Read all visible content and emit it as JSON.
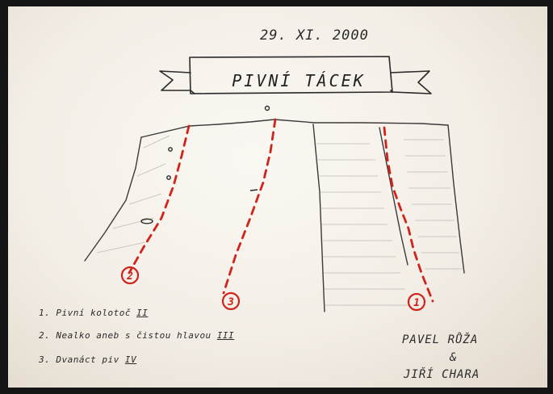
{
  "date": "29. XI. 2000",
  "title": "PIVNÍ TÁCEK",
  "routes": [
    {
      "number": "1",
      "name": "Pivní kolotoč",
      "grade": "II"
    },
    {
      "number": "2",
      "name": "Nealko aneb s čistou hlavou",
      "grade": "III"
    },
    {
      "number": "3",
      "name": "Dvanáct piv",
      "grade": "IV"
    }
  ],
  "authors": {
    "first": "PAVEL RŮŽA",
    "ampersand": "&",
    "second": "JIŘÍ CHARA"
  },
  "colors": {
    "route_red": "#d0241b",
    "pencil": "#2a2a2a",
    "paper": "#f6f2ec"
  }
}
